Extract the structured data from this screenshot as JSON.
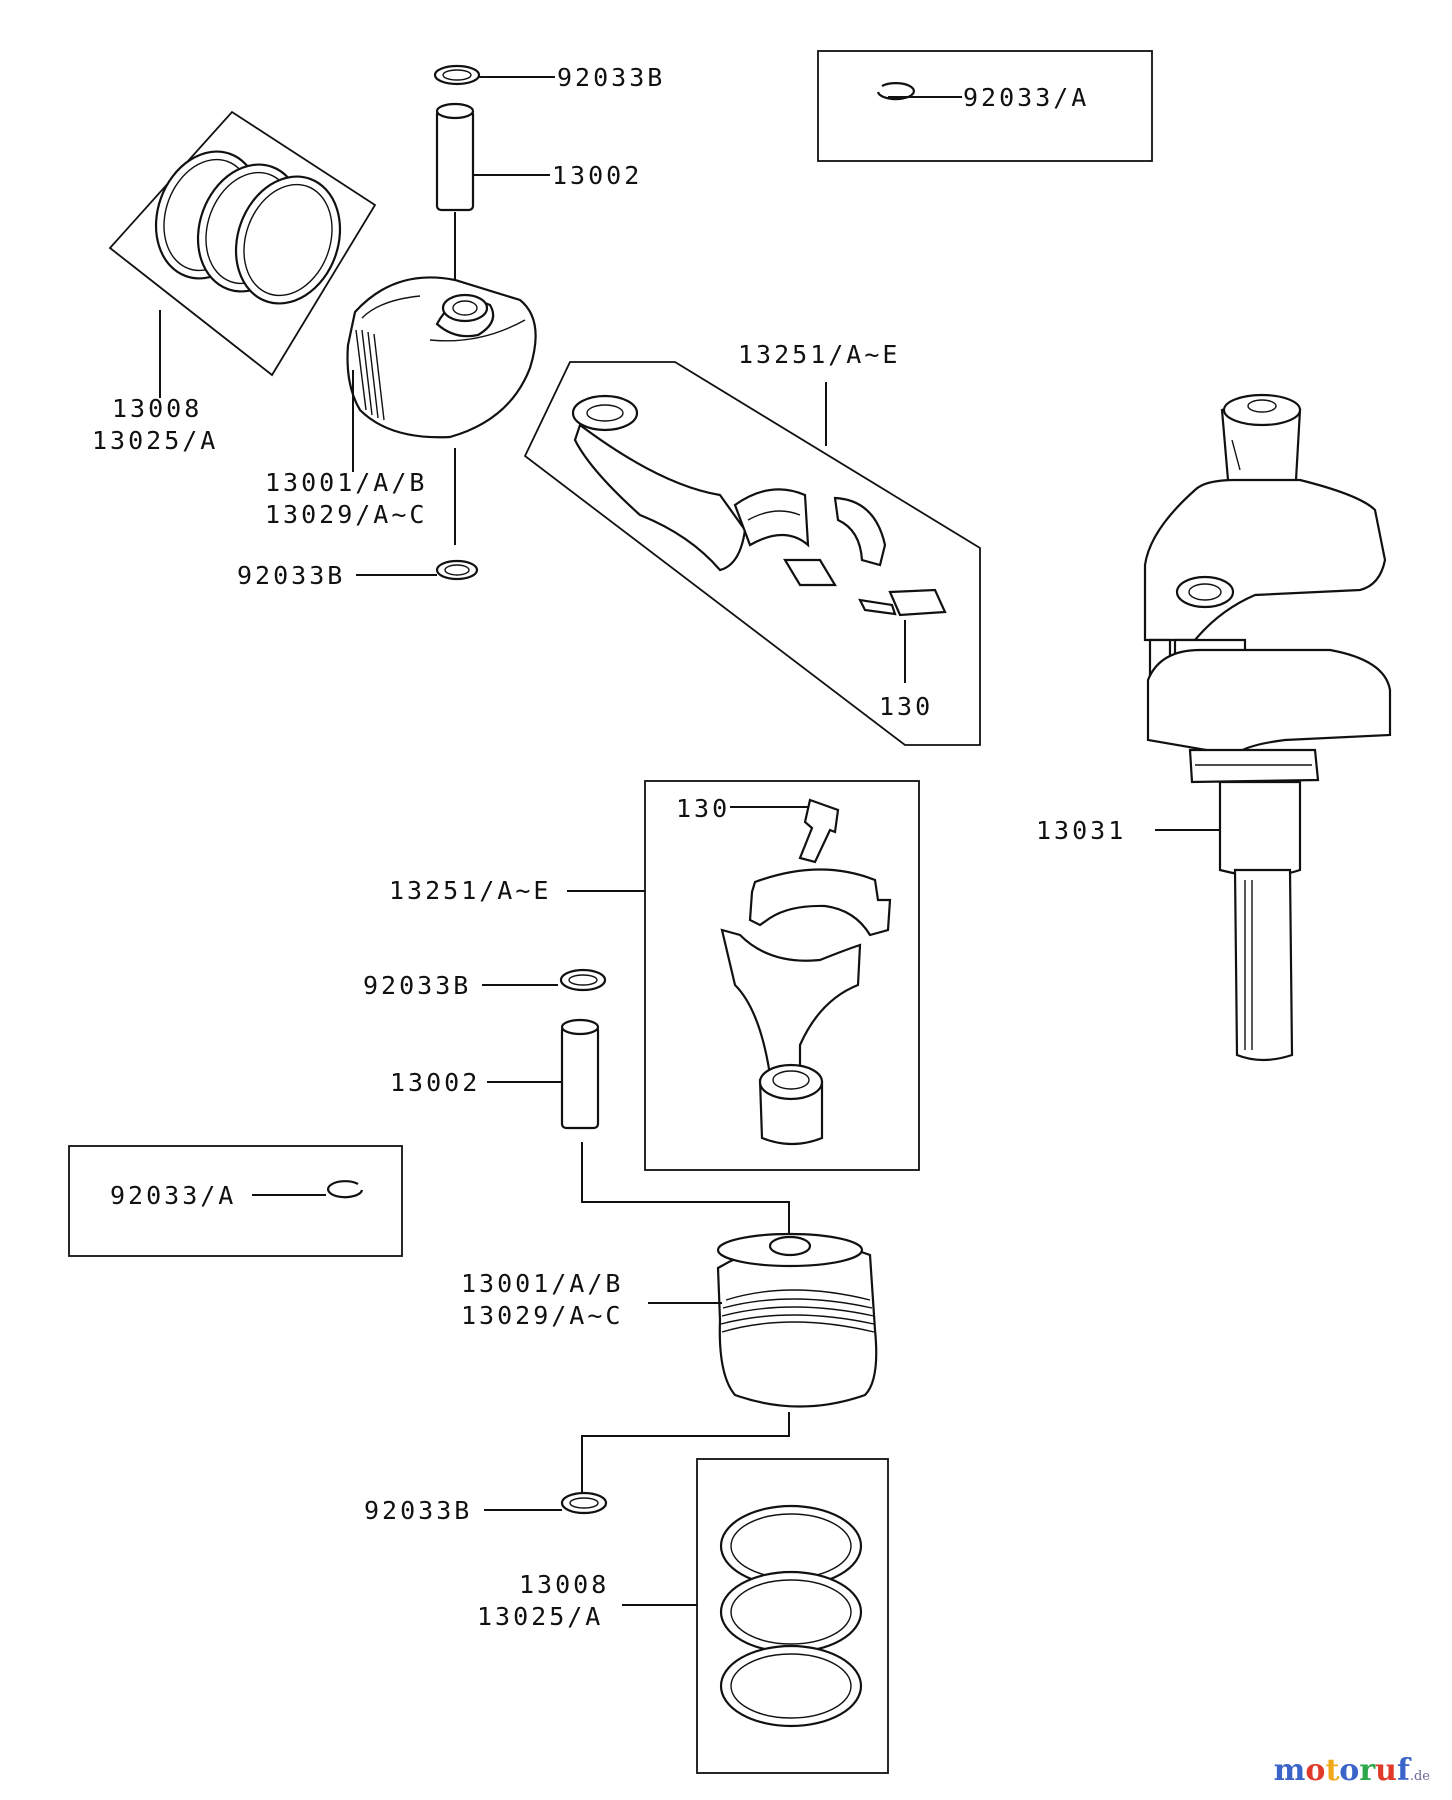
{
  "labels": {
    "circlip_b_top": "92033B",
    "pin_top": "13002",
    "circlip_a_box_top": "92033/A",
    "rings_top_1": "13008",
    "rings_top_2": "13025/A",
    "piston_top_1": "13001/A/B",
    "piston_top_2": "13029/A~C",
    "circlip_b_mid": "92033B",
    "rod_top": "13251/A~E",
    "bolt_top": "130",
    "crankshaft": "13031",
    "bolt_lower": "130",
    "rod_lower": "13251/A~E",
    "circlip_b_lower": "92033B",
    "pin_lower": "13002",
    "circlip_a_box_lower": "92033/A",
    "piston_lower_1": "13001/A/B",
    "piston_lower_2": "13029/A~C",
    "circlip_b_bottom": "92033B",
    "rings_lower_1": "13008",
    "rings_lower_2": "13025/A"
  },
  "watermark": {
    "text": "motoruf",
    "suffix": ".de",
    "colors": [
      "#3a64c8",
      "#e03a2a",
      "#f0a818",
      "#3a64c8",
      "#2aa84a",
      "#e03a2a",
      "#3a64c8"
    ]
  }
}
